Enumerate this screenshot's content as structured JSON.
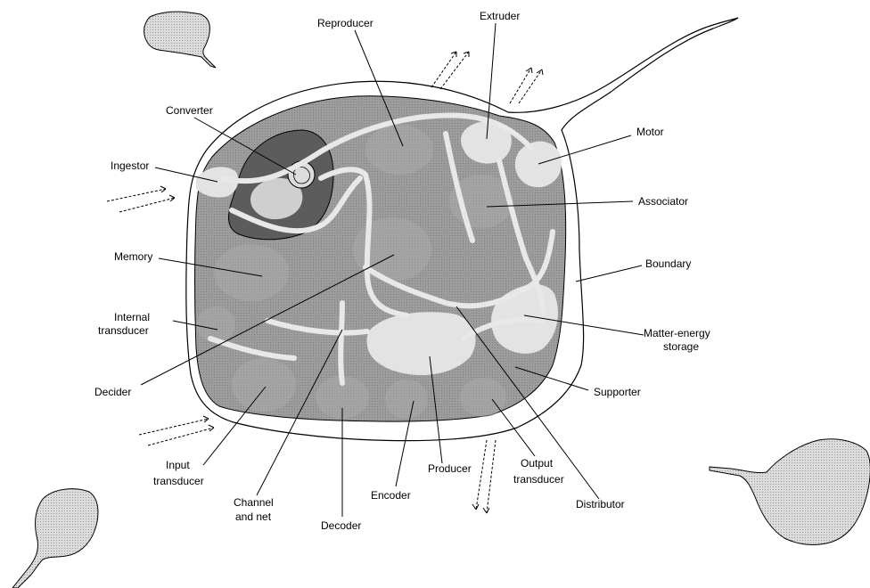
{
  "diagram": {
    "labels": {
      "reproducer": "Reproducer",
      "extruder": "Extruder",
      "converter": "Converter",
      "motor": "Motor",
      "ingestor": "Ingestor",
      "associator": "Associator",
      "memory": "Memory",
      "boundary": "Boundary",
      "internal_transducer_1": "Internal",
      "internal_transducer_2": "transducer",
      "matter_energy_storage_1": "Matter-energy",
      "matter_energy_storage_2": "storage",
      "decider": "Decider",
      "supporter": "Supporter",
      "input_transducer_1": "Input",
      "input_transducer_2": "transducer",
      "channel_and_net_1": "Channel",
      "channel_and_net_2": "and net",
      "decoder": "Decoder",
      "encoder": "Encoder",
      "producer": "Producer",
      "output_transducer_1": "Output",
      "output_transducer_2": "transducer",
      "distributor": "Distributor"
    },
    "colors": {
      "cell_fill": "#9a9a9a",
      "organ_fill": "#a9a9a9",
      "light_fill": "#e3e3e3",
      "dark_fill": "#5c5c5c",
      "amoeba_fill": "#d9d9d9"
    }
  }
}
